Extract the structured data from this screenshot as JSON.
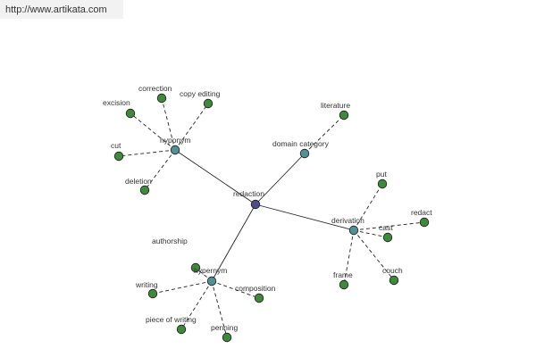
{
  "header": {
    "url": "http://www.artikata.com"
  },
  "colors": {
    "center_node": "#4a4f8c",
    "relation_node": "#4f9196",
    "leaf_node": "#3f8a3a",
    "edge": "#222222"
  },
  "graph": {
    "center": {
      "id": "redaction",
      "label": "redaction"
    },
    "relations": [
      {
        "id": "hyponym",
        "label": "hyponym",
        "leaves": [
          "excision",
          "correction",
          "copy editing",
          "cut",
          "deletion"
        ]
      },
      {
        "id": "domain-category",
        "label": "domain category",
        "leaves": [
          "literature"
        ]
      },
      {
        "id": "derivation",
        "label": "derivation",
        "leaves": [
          "put",
          "cast",
          "redact",
          "frame",
          "couch"
        ]
      },
      {
        "id": "hypernym",
        "label": "hypernym",
        "leaves": [
          "authorship",
          "writing",
          "composition",
          "piece of writing",
          "penning"
        ]
      }
    ]
  }
}
